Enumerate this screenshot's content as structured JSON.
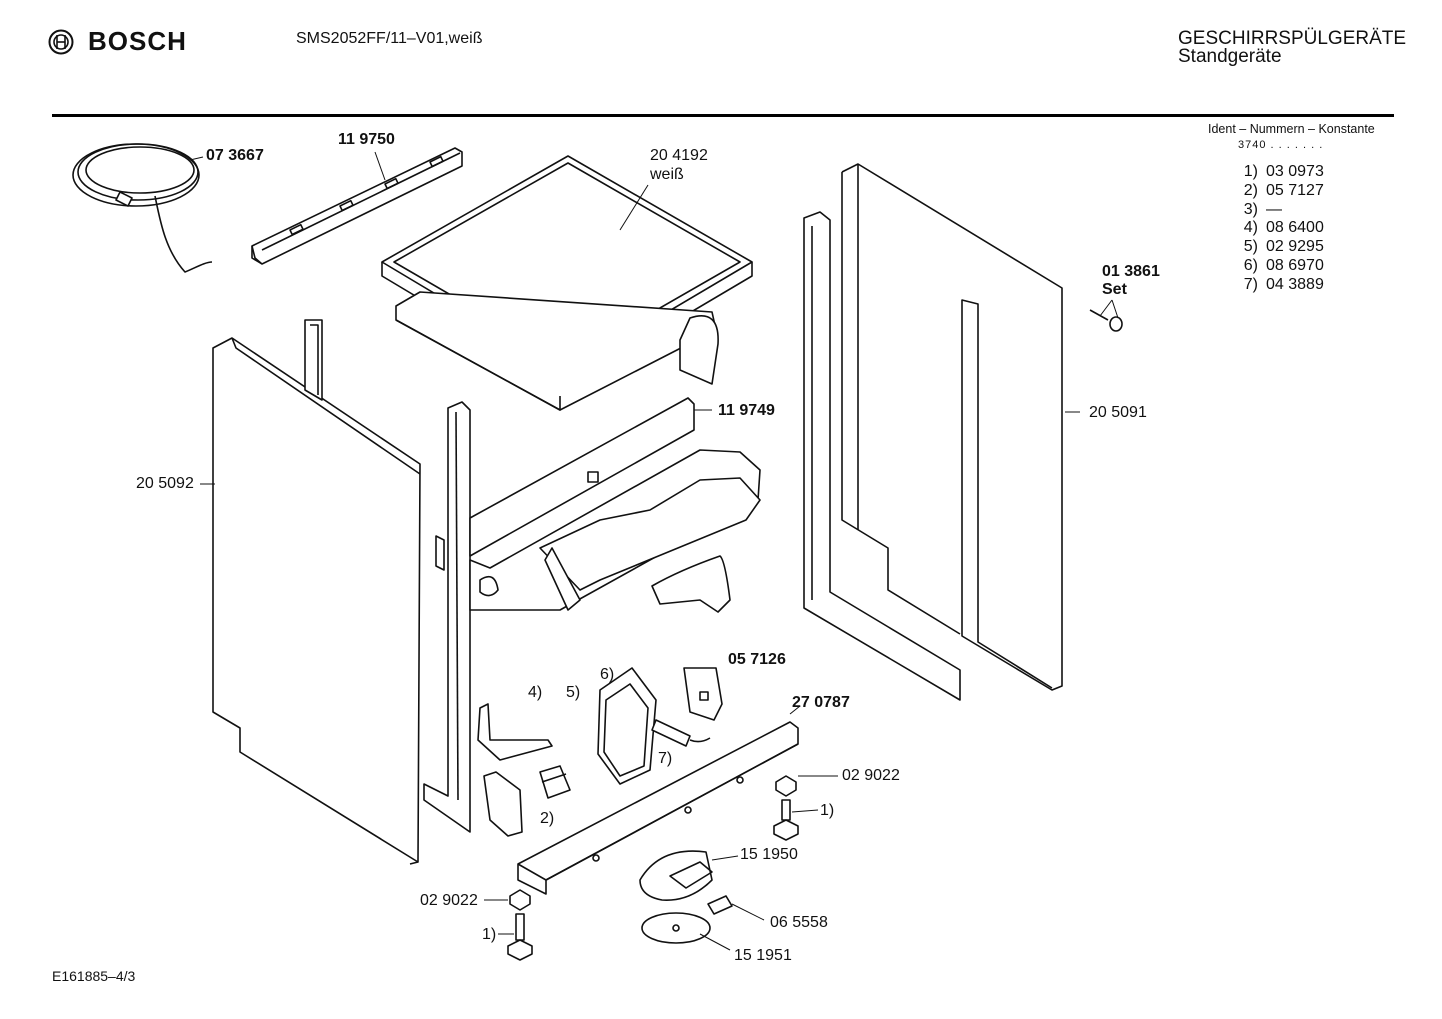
{
  "header": {
    "brand": "BOSCH",
    "model": "SMS2052FF/11–V01,weiß",
    "category_line1": "GESCHIRRSPÜLGERÄTE",
    "category_line2": "Standgeräte"
  },
  "ident": {
    "heading": "Ident – Nummern – Konstante",
    "constant": "3740 . . .  . . . .",
    "items": [
      {
        "num": "1)",
        "value": "03 0973"
      },
      {
        "num": "2)",
        "value": "05 7127"
      },
      {
        "num": "3)",
        "value": "—"
      },
      {
        "num": "4)",
        "value": "08 6400"
      },
      {
        "num": "5)",
        "value": "02 9295"
      },
      {
        "num": "6)",
        "value": "08 6970"
      },
      {
        "num": "7)",
        "value": "04 3889"
      }
    ]
  },
  "parts": {
    "p073667": "07 3667",
    "p119750": "11 9750",
    "p204192": "20 4192",
    "p204192_note": "weiß",
    "p013861": "01 3861",
    "p013861_note": "Set",
    "p119749": "11 9749",
    "p205091": "20 5091",
    "p205092": "20 5092",
    "p057126": "05 7126",
    "p270787": "27 0787",
    "p029022_right": "02 9022",
    "p029022_left": "02 9022",
    "p151950": "15 1950",
    "p065558": "06 5558",
    "p151951": "15 1951",
    "ref4": "4)",
    "ref5": "5)",
    "ref6": "6)",
    "ref7": "7)",
    "ref2": "2)",
    "ref1_right": "1)",
    "ref1_left": "1)"
  },
  "footer": {
    "code": "E161885–4/3"
  }
}
